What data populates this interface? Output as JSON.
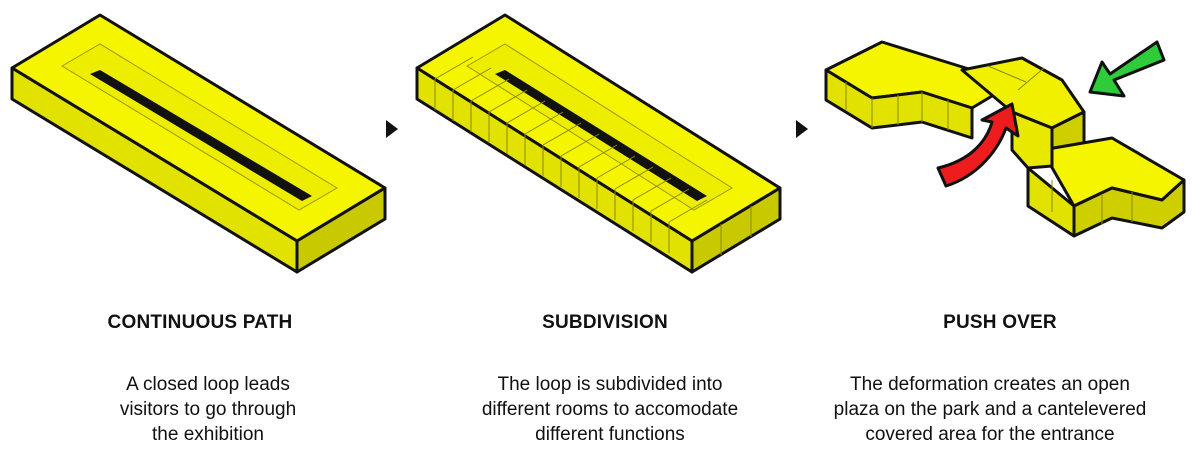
{
  "panels": [
    {
      "title": "CONTINUOUS PATH",
      "lines": [
        "A closed loop leads",
        "visitors to go through",
        "the exhibition"
      ]
    },
    {
      "title": "SUBDIVISION",
      "lines": [
        "The loop is subdivided into",
        "different rooms to accomodate",
        "different functions"
      ]
    },
    {
      "title": "PUSH OVER",
      "lines": [
        "The deformation creates an open",
        "plaza on the park and a cantelevered",
        "covered area for the entrance"
      ]
    }
  ],
  "colors": {
    "volume_top": "#f5f500",
    "volume_side": "#d8d800",
    "volume_front": "#ecec00",
    "outline": "#111111",
    "push_arrow_red": "#ee1c1c",
    "push_arrow_green": "#2ecc3a",
    "separator": "#111111"
  },
  "icons": [
    "separator-arrow-icon",
    "red-push-arrow-icon",
    "green-push-arrow-icon"
  ]
}
